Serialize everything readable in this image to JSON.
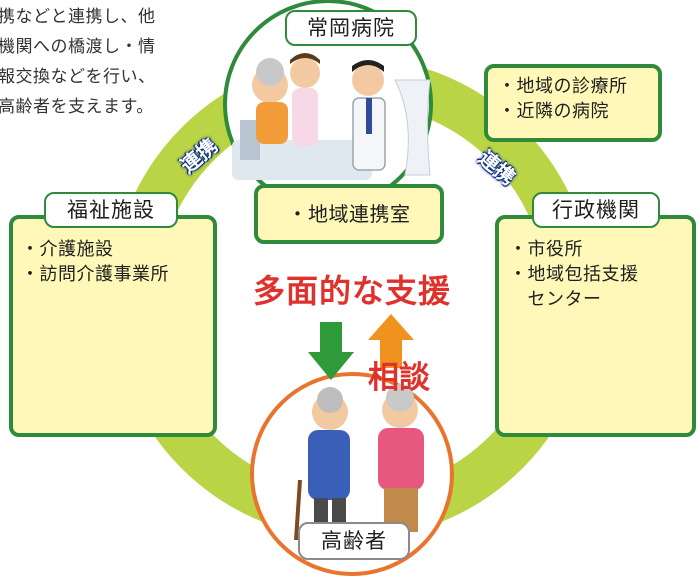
{
  "intro_text": "携などと連携し、他\n機関への橋渡し・情\n報交換などを行い、\n高齢者を支えます。",
  "hospital": {
    "title": "常岡病院",
    "office": "・地域連携室",
    "nearby": [
      "・地域の診療所",
      "・近隣の病院"
    ]
  },
  "welfare": {
    "title": "福祉施設",
    "items": [
      "・介護施設",
      "・訪問介護事業所"
    ]
  },
  "admin": {
    "title": "行政機関",
    "items": [
      "・市役所",
      "・地域包括支援",
      "　センター"
    ]
  },
  "center_banner": "多面的な支援",
  "consult_label": "相談",
  "renkei_left": "連携",
  "renkei_right": "連携",
  "elderly": {
    "title": "高齢者"
  },
  "colors": {
    "ring": "#b9d545",
    "frame_green": "#2f8a3c",
    "elderly_ring": "#e8742d",
    "support_red": "#e0322d",
    "arrow_green": "#2f9a3a",
    "arrow_orange": "#f0931e",
    "box_yellow": "#fff8b8",
    "renkei_blue": "#0d2f86"
  },
  "icons": {
    "down_arrow": "down-arrow-icon",
    "up_arrow": "up-arrow-icon"
  }
}
